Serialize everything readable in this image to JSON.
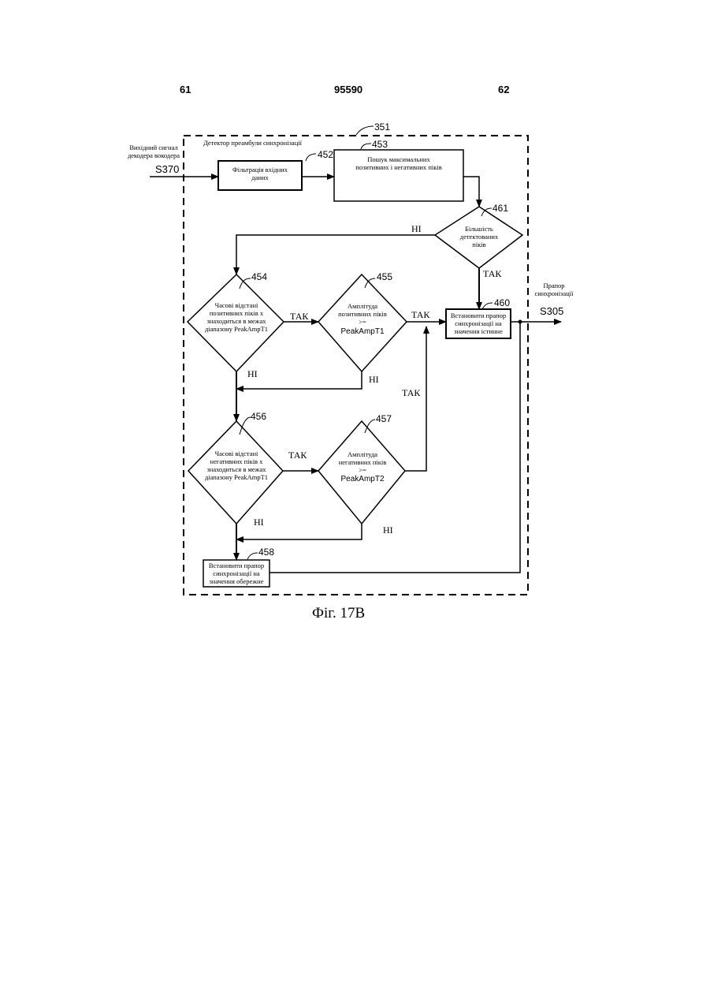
{
  "header": {
    "left_page": "61",
    "doc_number": "95590",
    "right_page": "62"
  },
  "figure": {
    "block_label": "Детектор преамбули синхронізації",
    "block_ref": "351",
    "input_label_line1": "Вихідний сигнал",
    "input_label_line2": "декодера вокодера",
    "input_signal": "S370",
    "output_label_line1": "Прапор",
    "output_label_line2": "синхронізації",
    "output_signal": "S305",
    "nodes": {
      "n452": {
        "ref": "452",
        "line1": "Фільтрація вхідних",
        "line2": "даних"
      },
      "n453": {
        "ref": "453",
        "line1": "Пошук максимальних",
        "line2": "позитивних і негативних піків"
      },
      "n461": {
        "ref": "461",
        "line1": "Більшість",
        "line2": "детектованих",
        "line3": "піків"
      },
      "n454": {
        "ref": "454",
        "line1": "Часові відстані",
        "line2": "позитивних піків х",
        "line3": "знаходиться в межах",
        "line4": "діапазону PeakAmpT1"
      },
      "n455": {
        "ref": "455",
        "line1": "Амплітуда",
        "line2": "позитивних піків",
        "line3": ">=",
        "line4": "PeakAmpT1"
      },
      "n460": {
        "ref": "460",
        "line1": "Встановити прапор",
        "line2": "синхронізації на",
        "line3": "значення істинне"
      },
      "n456": {
        "ref": "456",
        "line1": "Часові відстані",
        "line2": "негативних піків х",
        "line3": "знаходиться в межах",
        "line4": "діапазону PeakAmpT1"
      },
      "n457": {
        "ref": "457",
        "line1": "Амплітуда",
        "line2": "негативних піків",
        "line3": ">=",
        "line4": "PeakAmpT2"
      },
      "n458": {
        "ref": "458",
        "line1": "Встановити прапор",
        "line2": "синхронізації на",
        "line3": "значення обережне"
      }
    },
    "edge_labels": {
      "no_461": "НІ",
      "yes_461": "ТАК",
      "yes_454": "ТАК",
      "yes_455": "ТАК",
      "no_454": "НІ",
      "no_455": "НІ",
      "yes_457_up": "ТАК",
      "yes_456": "ТАК",
      "no_456": "НІ",
      "no_457": "НІ"
    },
    "caption": "Фіг. 17В"
  }
}
